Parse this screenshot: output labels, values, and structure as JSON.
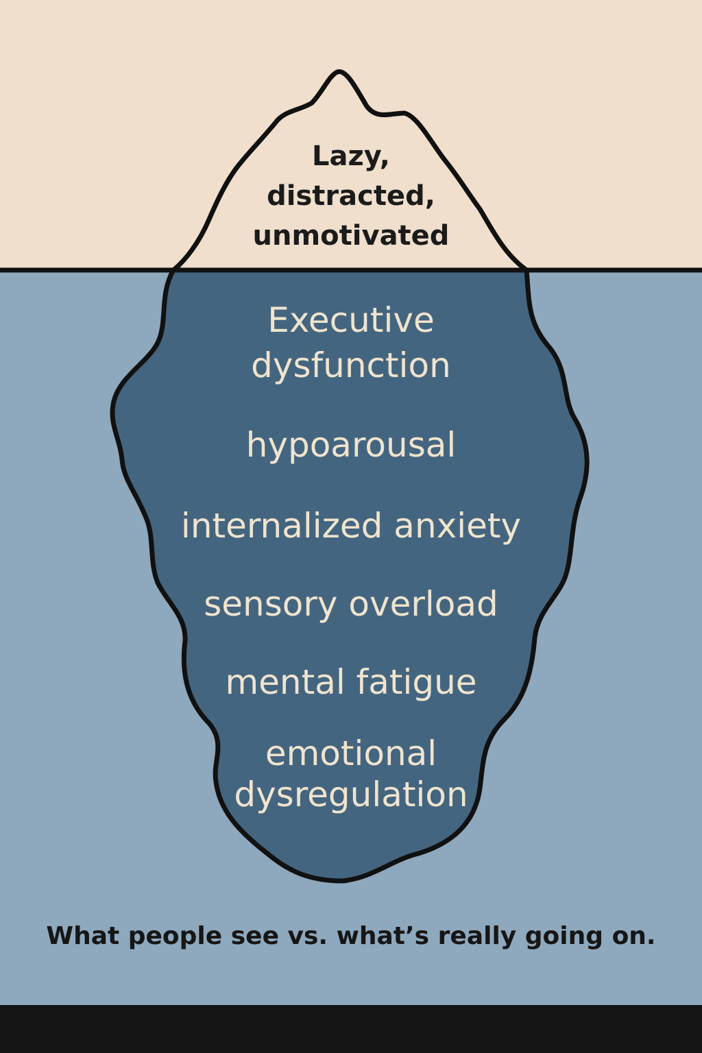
{
  "colors": {
    "sky": "#efdfcc",
    "water": "#8ea8bd",
    "iceberg_tip": "#efdfcc",
    "iceberg_underwater": "#44657f",
    "outline": "#111111",
    "tip_text": "#1b1b1b",
    "underwater_text": "#efe4cf",
    "footer_band": "#151515"
  },
  "iceberg": {
    "tip_lines": [
      "Lazy,",
      "distracted,",
      "unmotivated"
    ],
    "underwater_items": [
      "Executive",
      "dysfunction",
      "hypoarousal",
      "internalized anxiety",
      "sensory overload",
      "mental fatigue",
      "emotional",
      "dysregulation"
    ]
  },
  "caption": "What people see vs. what’s really going on."
}
